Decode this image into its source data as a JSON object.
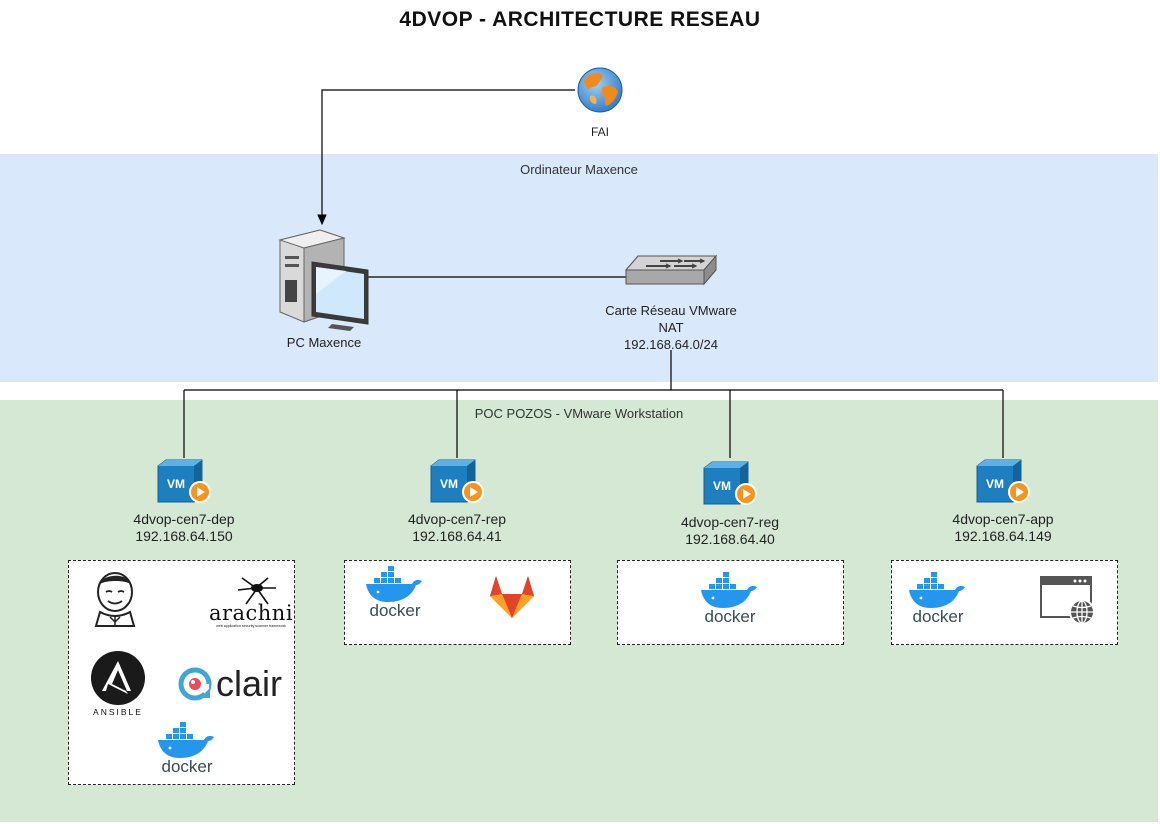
{
  "title": "4DVOP - ARCHITECTURE RESEAU",
  "fai": {
    "label": "FAI"
  },
  "zone_pc": {
    "label": "Ordinateur Maxence"
  },
  "pc": {
    "label": "PC Maxence"
  },
  "nic": {
    "line1": "Carte Réseau VMware",
    "line2": "NAT",
    "line3": "192.168.64.0/24"
  },
  "zone_poc": {
    "label": "POC POZOS - VMware Workstation"
  },
  "vms": [
    {
      "name": "4dvop-cen7-dep",
      "ip": "192.168.64.150",
      "tools": [
        "jenkins",
        "arachni",
        "ansible",
        "clair",
        "docker"
      ]
    },
    {
      "name": "4dvop-cen7-rep",
      "ip": "192.168.64.41",
      "tools": [
        "docker",
        "gitlab"
      ]
    },
    {
      "name": "4dvop-cen7-reg",
      "ip": "192.168.64.40",
      "tools": [
        "docker"
      ]
    },
    {
      "name": "4dvop-cen7-app",
      "ip": "192.168.64.149",
      "tools": [
        "docker",
        "web-app"
      ]
    }
  ],
  "logos": {
    "docker": "docker",
    "clair": "clair",
    "ansible": "ANSIBLE",
    "arachni": "arachni",
    "arachni_tagline": "web application security scanner framework"
  },
  "vm_badge": "VM",
  "colors": {
    "zone_pc": "#dae8fc",
    "zone_poc": "#d5e8d4",
    "docker_blue": "#2496ed",
    "vm_blue": "#1d7fc0",
    "vm_play": "#f7941d",
    "gitlab": "#fc6d26"
  }
}
